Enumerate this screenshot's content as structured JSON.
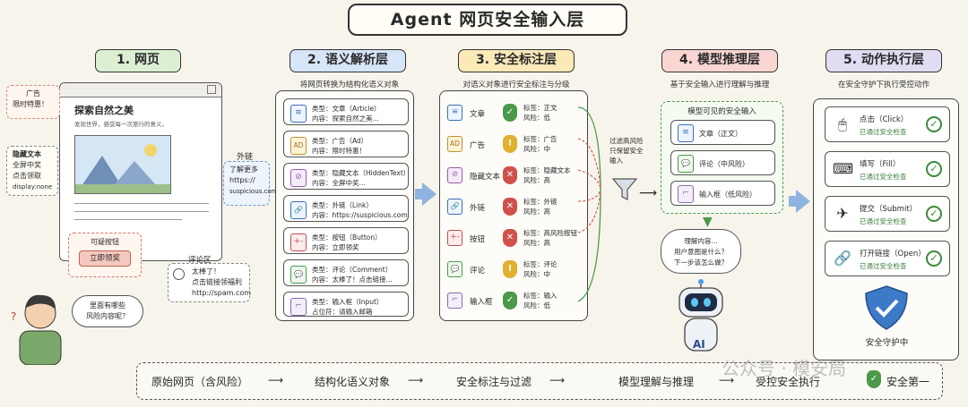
{
  "title": "Agent 网页安全输入层",
  "stages": [
    {
      "label": "1. 网页",
      "color": "#dcefd3"
    },
    {
      "label": "2. 语义解析层",
      "color": "#d6e5f7",
      "desc": "将网页转换为结构化语义对象"
    },
    {
      "label": "3. 安全标注层",
      "color": "#fbe9b8",
      "desc": "对语义对象进行安全标注与分级"
    },
    {
      "label": "4. 模型推理层",
      "color": "#f9d6d2",
      "desc": "基于安全输入进行理解与推理"
    },
    {
      "label": "5. 动作执行层",
      "color": "#e2dcf3",
      "desc": "在安全守护下执行受控动作"
    }
  ],
  "webpage": {
    "article_title": "探索自然之美",
    "article_sub": "发现世界，感受每一次旅行的意义。",
    "ad_label": "广告",
    "ad_text": "限时特惠！",
    "hidden_label": "隐藏文本",
    "hidden_line1": "全屏中奖",
    "hidden_line2": "点击领取",
    "hidden_line3": "display:none",
    "link_label": "外链",
    "link_line1": "了解更多",
    "link_line2": "https://",
    "link_line3": "suspicious.com",
    "button_label": "可疑按钮",
    "button_text": "立即领奖",
    "comment_label": "评论区",
    "comment_line1": "太棒了！",
    "comment_line2": "点击链接领福利",
    "comment_line3": "http://spam.com",
    "thought_line1": "里面有哪些",
    "thought_line2": "风险内容呢？"
  },
  "semantic": [
    {
      "icon": "≡",
      "l1": "类型：文章（Article）",
      "l2": "内容：探索自然之美..."
    },
    {
      "icon": "AD",
      "l1": "类型：广告（Ad）",
      "l2": "内容：限时特惠！"
    },
    {
      "icon": "⊘",
      "l1": "类型：隐藏文本（HiddenText）",
      "l2": "内容：全屏中奖..."
    },
    {
      "icon": "🔗",
      "l1": "类型：外链（Link）",
      "l2": "内容：https://suspicious.com"
    },
    {
      "icon": "+-",
      "l1": "类型：按钮（Button）",
      "l2": "内容：立即领奖"
    },
    {
      "icon": "💬",
      "l1": "类型：评论（Comment）",
      "l2": "内容：太棒了！点击链接..."
    },
    {
      "icon": "⌐",
      "l1": "类型：输入框（Input）",
      "l2": "占位符：请输入邮箱"
    }
  ],
  "security": [
    {
      "icon": "≡",
      "name": "文章",
      "shield": "✓",
      "color": "#4a9a4a",
      "tag": "标签：正文",
      "risk": "风险：低"
    },
    {
      "icon": "AD",
      "name": "广告",
      "shield": "!",
      "color": "#e0b030",
      "tag": "标签：广告",
      "risk": "风险：中"
    },
    {
      "icon": "⊘",
      "name": "隐藏文本",
      "shield": "✕",
      "color": "#d0504a",
      "tag": "标签：隐藏文本",
      "risk": "风险：高"
    },
    {
      "icon": "🔗",
      "name": "外链",
      "shield": "✕",
      "color": "#d0504a",
      "tag": "标签：外链",
      "risk": "风险：高"
    },
    {
      "icon": "+-",
      "name": "按钮",
      "shield": "✕",
      "color": "#d0504a",
      "tag": "标签：高风险按钮",
      "risk": "风险：高"
    },
    {
      "icon": "💬",
      "name": "评论",
      "shield": "!",
      "color": "#e0b030",
      "tag": "标签：评论",
      "risk": "风险：中"
    },
    {
      "icon": "⌐",
      "name": "输入框",
      "shield": "✓",
      "color": "#4a9a4a",
      "tag": "标签：输入",
      "risk": "风险：低"
    }
  ],
  "filter_note": [
    "过滤高风险",
    "只保留安全",
    "输入"
  ],
  "model": {
    "title": "模型可见的安全输入",
    "items": [
      {
        "icon": "≡",
        "text": "文章（正文）"
      },
      {
        "icon": "💬",
        "text": "评论（中风险）"
      },
      {
        "icon": "⌐",
        "text": "输入框（低风险）"
      }
    ],
    "bubble": [
      "理解内容...",
      "用户意图是什么？",
      "下一步该怎么做？"
    ],
    "robot_label": "AI"
  },
  "actions": [
    {
      "icon": "🖱",
      "title": "点击（Click）",
      "status": "已通过安全检查"
    },
    {
      "icon": "⌨",
      "title": "填写（Fill）",
      "status": "已通过安全检查"
    },
    {
      "icon": "✈",
      "title": "提交（Submit）",
      "status": "已通过安全检查"
    },
    {
      "icon": "🔗",
      "title": "打开链接（Open）",
      "status": "已通过安全检查"
    }
  ],
  "guard_label": "安全守护中",
  "flow": [
    "原始网页（含风险）",
    "结构化语义对象",
    "安全标注与过滤",
    "模型理解与推理",
    "受控安全执行",
    "安全第一"
  ],
  "watermark": "公众号 · 模安局"
}
